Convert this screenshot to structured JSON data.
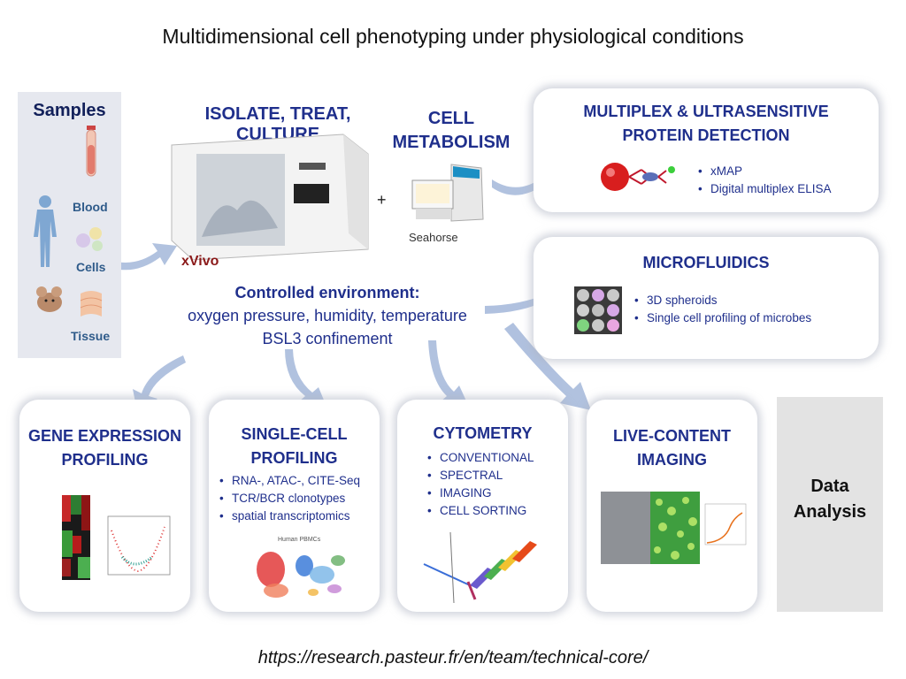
{
  "title": "Multidimensional cell phenotyping under physiological conditions",
  "samples": {
    "title": "Samples",
    "blood": "Blood",
    "cells": "Cells",
    "tissue": "Tissue"
  },
  "culture": {
    "heading": "ISOLATE, TREAT, CULTURE",
    "device": "xVivo",
    "plus": "+"
  },
  "metabolism": {
    "heading_line1": "CELL",
    "heading_line2": "METABOLISM",
    "device": "Seahorse"
  },
  "environment": {
    "line1": "Controlled environment:",
    "line2": "oxygen pressure, humidity, temperature",
    "line3": "BSL3 confinement"
  },
  "multiplex": {
    "heading_line1": "MULTIPLEX & ULTRASENSITIVE",
    "heading_line2": "PROTEIN DETECTION",
    "items": [
      "xMAP",
      "Digital multiplex ELISA"
    ]
  },
  "microfluidics": {
    "heading": "MICROFLUIDICS",
    "items": [
      "3D spheroids",
      "Single cell profiling of microbes"
    ]
  },
  "gene_expression": {
    "heading_line1": "GENE EXPRESSION",
    "heading_line2": "PROFILING"
  },
  "single_cell": {
    "heading_line1": "SINGLE-CELL",
    "heading_line2": "PROFILING",
    "items": [
      "RNA-, ATAC-, CITE-Seq",
      "TCR/BCR clonotypes",
      "spatial transcriptomics"
    ],
    "umap_title": "Human PBMCs"
  },
  "cytometry": {
    "heading": "CYTOMETRY",
    "items": [
      "CONVENTIONAL",
      "SPECTRAL",
      "IMAGING",
      "CELL SORTING"
    ]
  },
  "imaging": {
    "heading_line1": "LIVE-CONTENT",
    "heading_line2": "IMAGING"
  },
  "data_analysis": {
    "line1": "Data",
    "line2": "Analysis"
  },
  "url": "https://research.pasteur.fr/en/team/technical-core/",
  "colors": {
    "heading": "#1f2f8c",
    "arrow": "#9fb3d6",
    "xvivo": "#8b1a1a"
  }
}
